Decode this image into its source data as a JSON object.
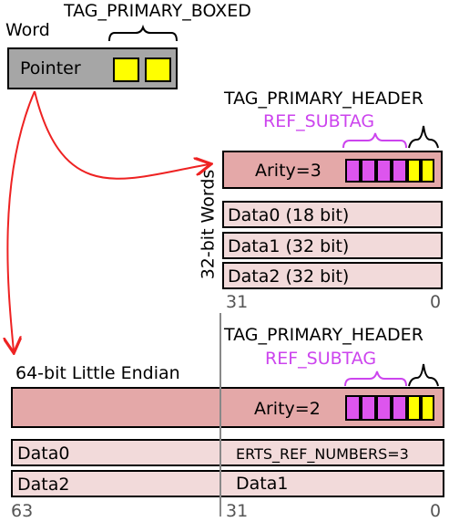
{
  "word_section": {
    "tag_label": "TAG_PRIMARY_BOXED",
    "word_label": "Word",
    "pointer_label": "Pointer"
  },
  "layout32": {
    "tag_header": "TAG_PRIMARY_HEADER",
    "ref_subtag": "REF_SUBTAG",
    "vertical_label": "32-bit Words",
    "header_word": "Arity=3",
    "words": [
      "Data0 (18 bit)",
      "Data1 (32 bit)",
      "Data2 (32 bit)"
    ],
    "bit_left": "31",
    "bit_right": "0"
  },
  "layout64": {
    "title": "64-bit Little Endian",
    "tag_header": "TAG_PRIMARY_HEADER",
    "ref_subtag": "REF_SUBTAG",
    "header_word": "Arity=2",
    "row1_left": "Data0",
    "row1_right": "ERTS_REF_NUMBERS=3",
    "row2_left": "Data2",
    "row2_right": "Data1",
    "bit_left": "63",
    "bit_mid": "31",
    "bit_right": "0"
  },
  "colors": {
    "header_fill": "#e4a8a8",
    "data_fill": "#f2dada",
    "pointer_fill": "#a6a6a6",
    "subtag_fill": "#dd55ee",
    "primary_tag_fill": "#ffff00",
    "arrow": "#ee2222",
    "label_purple": "#cc44ee"
  }
}
